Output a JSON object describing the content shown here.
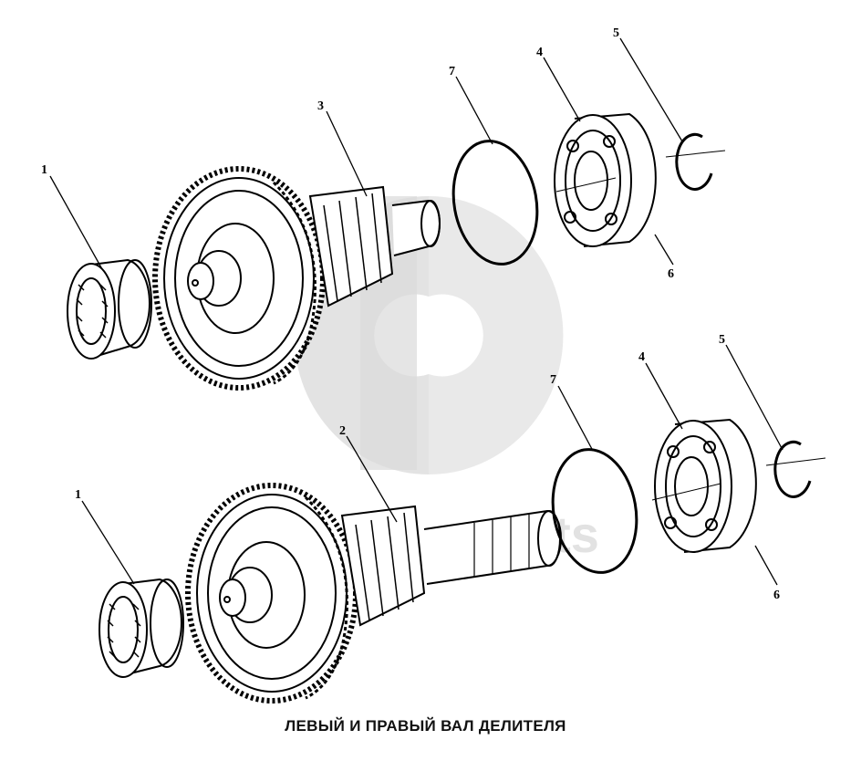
{
  "caption": "ЛЕВЫЙ И ПРАВЫЙ ВАЛ ДЕЛИТЕЛЯ",
  "watermark": {
    "letters": "parts",
    "color": "#d9d9d9"
  },
  "callouts": {
    "top": {
      "c1": "1",
      "c3": "3",
      "c7": "7",
      "c4": "4",
      "c5": "5",
      "c6": "6"
    },
    "bottom": {
      "c1": "1",
      "c2": "2",
      "c7": "7",
      "c4": "4",
      "c5": "5",
      "c6": "6"
    }
  },
  "colors": {
    "line": "#000000",
    "background": "#ffffff"
  }
}
